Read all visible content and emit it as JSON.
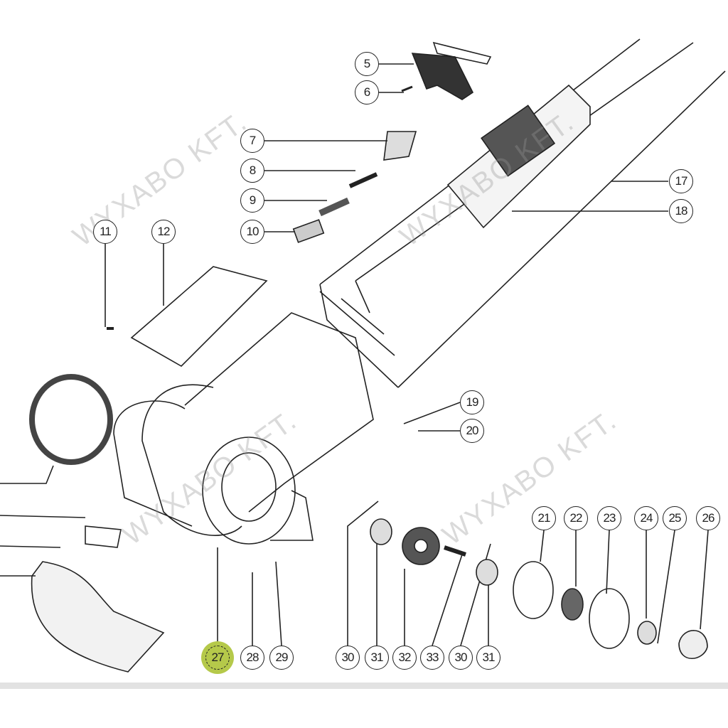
{
  "callouts": [
    "5",
    "6",
    "7",
    "8",
    "9",
    "10",
    "11",
    "12",
    "17",
    "18",
    "19",
    "20",
    "21",
    "22",
    "23",
    "24",
    "25",
    "26",
    "27",
    "28",
    "29",
    "30",
    "31",
    "32",
    "33",
    "30",
    "31"
  ],
  "highlighted": "27",
  "highlight_color": "#b5c94a",
  "watermark": "WYXABO KFT."
}
